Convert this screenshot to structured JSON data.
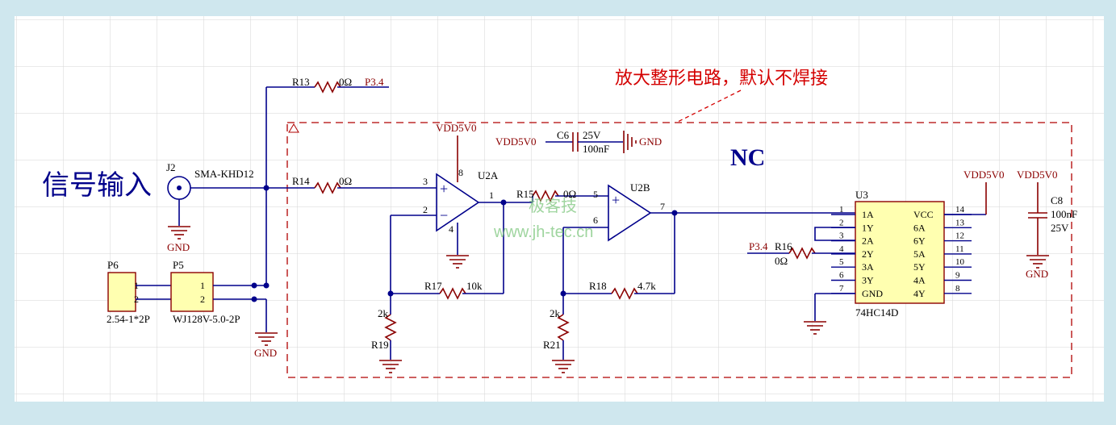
{
  "colors": {
    "wire": "#00008b",
    "component": "#8b0000",
    "annotation": "#d40000",
    "watermark": "#7fc77f"
  },
  "annotation": {
    "note": "放大整形电路，默认不焊接",
    "nc": "NC"
  },
  "input_label": "信号输入",
  "watermark": {
    "cn": "极客技",
    "url": "www.jh-tec.cn"
  },
  "components": {
    "j2": {
      "ref": "J2",
      "value": "SMA-KHD12"
    },
    "r13": {
      "ref": "R13",
      "value": "0Ω",
      "net": "P3.4"
    },
    "r14": {
      "ref": "R14",
      "value": "0Ω"
    },
    "r15": {
      "ref": "R15",
      "value": "0Ω"
    },
    "r16": {
      "ref": "R16",
      "value": "0Ω",
      "net": "P3.4"
    },
    "r17": {
      "ref": "R17",
      "value": "10k"
    },
    "r18": {
      "ref": "R18",
      "value": "4.7k"
    },
    "r19": {
      "ref": "R19",
      "value": "2k"
    },
    "r21": {
      "ref": "R21",
      "value": "2k"
    },
    "c6": {
      "ref": "C6",
      "voltage": "25V",
      "value": "100nF"
    },
    "c8": {
      "ref": "C8",
      "value": "100nF",
      "voltage": "25V"
    },
    "u2a": {
      "ref": "U2A",
      "pin_in_plus": "3",
      "pin_in_minus": "2",
      "pin_out": "1",
      "pin_vdd": "8",
      "pin_gnd": "4"
    },
    "u2b": {
      "ref": "U2B",
      "pin_in_plus": "5",
      "pin_in_minus": "6",
      "pin_out": "7"
    },
    "u3": {
      "ref": "U3",
      "part": "74HC14D",
      "left_pins": [
        {
          "num": "1",
          "name": "1A"
        },
        {
          "num": "2",
          "name": "1Y"
        },
        {
          "num": "3",
          "name": "2A"
        },
        {
          "num": "4",
          "name": "2Y"
        },
        {
          "num": "5",
          "name": "3A"
        },
        {
          "num": "6",
          "name": "3Y"
        },
        {
          "num": "7",
          "name": "GND"
        }
      ],
      "right_pins": [
        {
          "num": "14",
          "name": "VCC"
        },
        {
          "num": "13",
          "name": "6A"
        },
        {
          "num": "12",
          "name": "6Y"
        },
        {
          "num": "11",
          "name": "5A"
        },
        {
          "num": "10",
          "name": "5Y"
        },
        {
          "num": "9",
          "name": "4A"
        },
        {
          "num": "8",
          "name": "4Y"
        }
      ]
    },
    "p6": {
      "ref": "P6",
      "value": "2.54-1*2P",
      "pins": [
        "1",
        "2"
      ]
    },
    "p5": {
      "ref": "P5",
      "value": "WJ128V-5.0-2P",
      "pins": [
        "1",
        "2"
      ]
    }
  },
  "nets": {
    "vdd": "VDD5V0",
    "gnd": "GND"
  }
}
